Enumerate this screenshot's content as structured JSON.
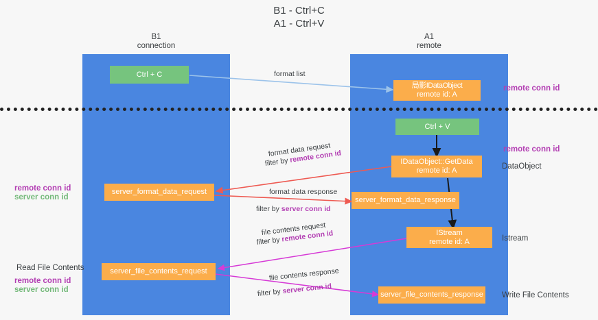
{
  "diagram": {
    "title_line1": "B1 - Ctrl+C",
    "title_line2": "A1 - Ctrl+V",
    "lanes": [
      {
        "name": "B1",
        "sub": "connection"
      },
      {
        "name": "A1",
        "sub": "remote"
      }
    ],
    "nodes": {
      "ctrl_c": "Ctrl + C",
      "ctrl_v": "Ctrl + V",
      "idataobject_l1": "局影IDataObject",
      "idataobject_l2": "remote id: A",
      "getdata_l1": "IDataObject::GetData",
      "getdata_l2": "remote id: A",
      "istream_l1": "IStream",
      "istream_l2": "remote id: A",
      "server_format_data_request": "server_format_data_request",
      "server_format_data_response": "server_format_data_response",
      "server_file_contents_request": "server_file_contents_request",
      "server_file_contents_response": "server_file_contents_response"
    },
    "edge_labels": {
      "format_list": "format list",
      "format_data_request": "format data request",
      "format_data_request_filter_prefix": "filter by ",
      "format_data_request_filter_key": "remote conn id",
      "format_data_response": "format data response",
      "format_data_response_filter_prefix": "filter by ",
      "format_data_response_filter_key": "server conn id",
      "file_contents_request": "file contents request",
      "file_contents_request_filter_prefix": "filter by ",
      "file_contents_request_filter_key": "remote conn id",
      "file_contents_response": "file contents response",
      "file_contents_response_filter_prefix": "filter by ",
      "file_contents_response_filter_key": "server conn id"
    },
    "right_labels": {
      "remote_conn_id_top": "remote conn id",
      "remote_conn_id_mid": "remote conn id",
      "dataobject": "DataObject",
      "istream": "Istream",
      "write_file_contents": "Write File Contents"
    },
    "left_labels": {
      "remote_conn_id_1": "remote conn id",
      "server_conn_id_1": "server conn id",
      "read_file_contents": "Read File Contents",
      "remote_conn_id_2": "remote conn id",
      "server_conn_id_2": "server conn id"
    },
    "colors": {
      "lane": "#4a86e0",
      "green_node": "#76c47e",
      "orange_node": "#fbad4b",
      "purple_text": "#b33fb3",
      "green_text": "#74b97a",
      "red_arrow": "#ee5a52",
      "magenta_arrow": "#d63ad6",
      "blue_arrow": "#9cc3ea",
      "black_arrow": "#1a1a1a",
      "background": "#f7f7f7"
    }
  }
}
